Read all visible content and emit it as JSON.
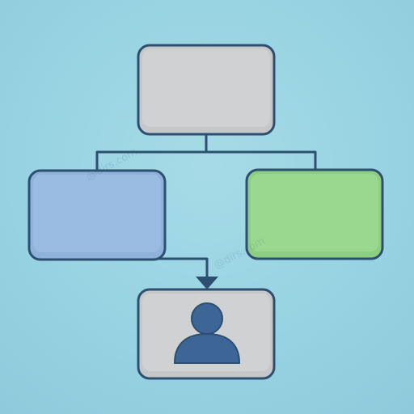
{
  "diagram": {
    "nodes": [
      {
        "id": "top",
        "label": "",
        "fill": "#c5c7c9"
      },
      {
        "id": "left",
        "label": "",
        "fill": "#8fb2da"
      },
      {
        "id": "right",
        "label": "",
        "fill": "#8ccf84"
      },
      {
        "id": "bottom",
        "label": "",
        "icon": "user-icon",
        "fill": "#c5c7c9"
      }
    ],
    "edges": [
      {
        "from": "top",
        "to": "left"
      },
      {
        "from": "top",
        "to": "right"
      },
      {
        "from": "left",
        "to": "bottom",
        "arrow": true
      }
    ],
    "colors": {
      "background": "#9ad5e3",
      "stroke": "#2d4f70",
      "icon": "#3d6696"
    }
  },
  "watermark": {
    "text": "@dirs.com"
  }
}
